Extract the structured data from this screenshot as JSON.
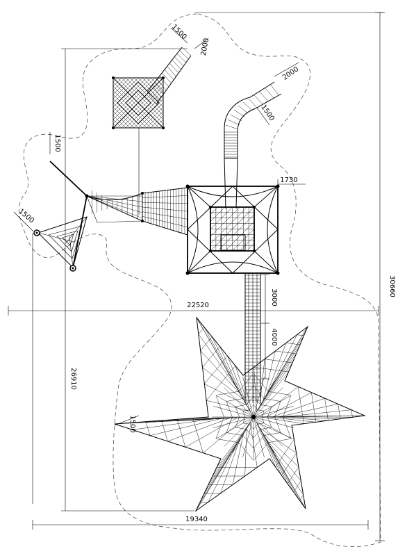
{
  "dimensions": {
    "total_height": "30660",
    "total_width": "22520",
    "left_height": "26910",
    "bottom_width": "19340",
    "tunnel_top_width": "1500",
    "tunnel_top_length": "2000",
    "slide_length": "2000",
    "slide_width": "1500",
    "left_gap": "1500",
    "left_corner": "1500",
    "tower_offset": "1730",
    "bridge_length": "3000",
    "net_gap": "4000",
    "star_tip": "1500"
  }
}
